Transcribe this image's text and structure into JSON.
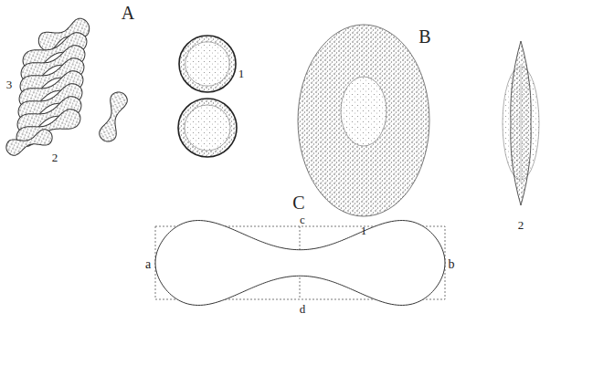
{
  "diagram": {
    "labels": [
      "A",
      "B",
      "3",
      "1",
      "2",
      "1",
      "2",
      "C",
      "c",
      "a",
      "b",
      "d"
    ]
  }
}
